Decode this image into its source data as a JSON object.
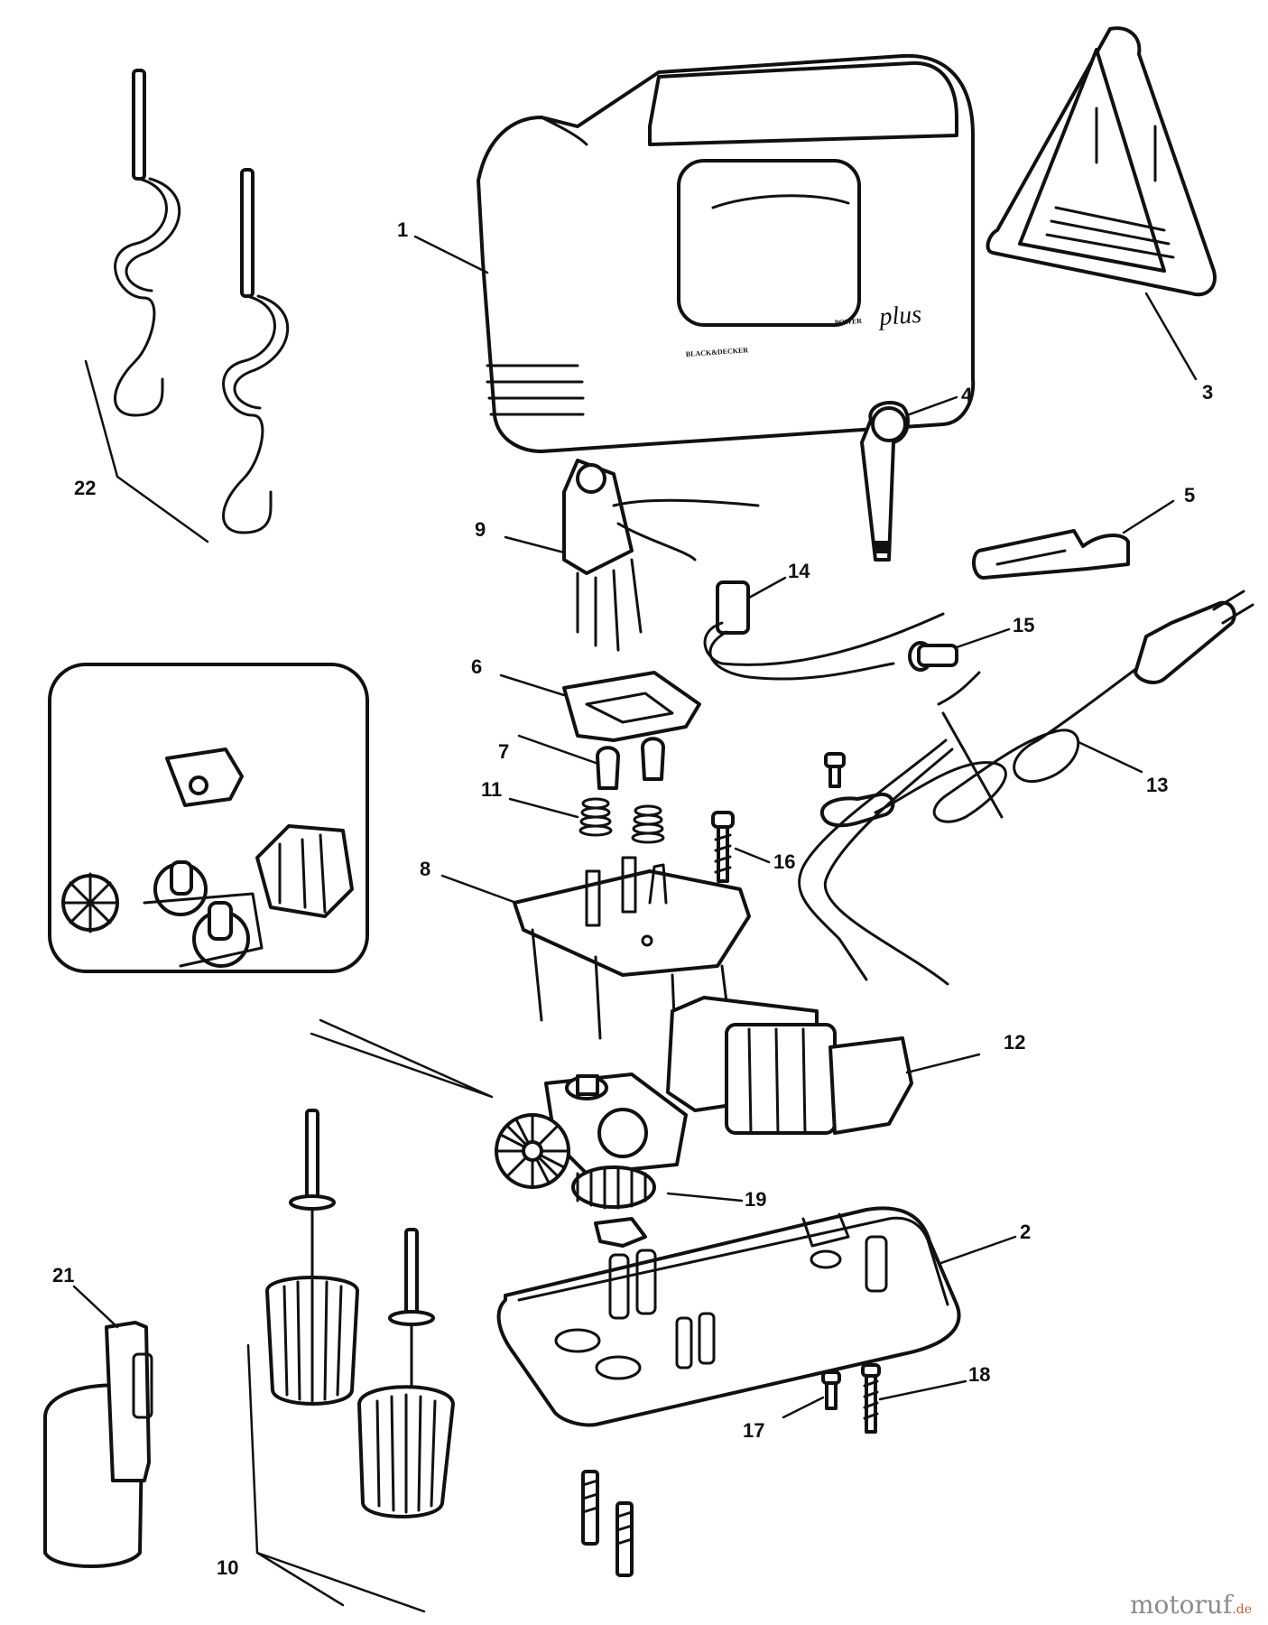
{
  "diagram": {
    "callouts": {
      "c1": "1",
      "c2": "2",
      "c3": "3",
      "c4": "4",
      "c5": "5",
      "c6": "6",
      "c7": "7",
      "c8": "8",
      "c9": "9",
      "c10": "10",
      "c11": "11",
      "c12": "12",
      "c13": "13",
      "c14": "14",
      "c15": "15",
      "c16": "16",
      "c17": "17",
      "c18": "18",
      "c19": "19",
      "c21": "21",
      "c22": "22"
    },
    "housing_brand": "BLACK&DECKER",
    "housing_model_a": "POWER",
    "housing_model_b": "plus"
  },
  "watermark": {
    "main": "motoruf",
    "suffix": ".de"
  },
  "colors": {
    "ink": "#111111",
    "watermark": "#8c8c8c",
    "watermark_suffix": "#c15a2d"
  }
}
